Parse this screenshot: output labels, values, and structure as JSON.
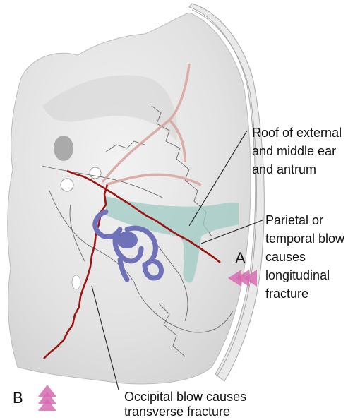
{
  "labels": {
    "roof": [
      "Roof of external",
      "and middle ear",
      "and antrum"
    ],
    "parietal": [
      "Parietal or",
      "temporal blow",
      "causes",
      "longitudinal",
      "fracture"
    ],
    "occipital": [
      "Occipital blow causes",
      "transverse fracture"
    ],
    "marker_a": "A",
    "marker_b": "B"
  },
  "colors": {
    "fracture": "#9b1515",
    "labyrinth": "#6f72b8",
    "ear_roof": "#9fc9c4",
    "arrow": "#d76bb0",
    "vessel": "#d8a49c"
  }
}
